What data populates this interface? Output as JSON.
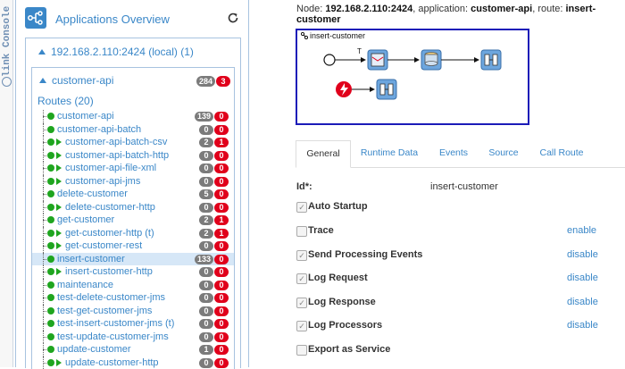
{
  "sidebar_tab": {
    "label": "hawtio Console",
    "visible_text": "link Console"
  },
  "panel": {
    "title": "Applications Overview"
  },
  "node": {
    "title": "192.168.2.110:2424 (local) (1)"
  },
  "app": {
    "title": "customer-api",
    "count": "284",
    "errors": "3"
  },
  "routes": {
    "title": "Routes (20)",
    "items": [
      {
        "label": "customer-api",
        "count": "139",
        "errors": "0",
        "play": false
      },
      {
        "label": "customer-api-batch",
        "count": "0",
        "errors": "0",
        "play": false
      },
      {
        "label": "customer-api-batch-csv",
        "count": "2",
        "errors": "1",
        "play": true
      },
      {
        "label": "customer-api-batch-http",
        "count": "0",
        "errors": "0",
        "play": true
      },
      {
        "label": "customer-api-file-xml",
        "count": "0",
        "errors": "0",
        "play": true
      },
      {
        "label": "customer-api-jms",
        "count": "0",
        "errors": "0",
        "play": true
      },
      {
        "label": "delete-customer",
        "count": "5",
        "errors": "0",
        "play": false
      },
      {
        "label": "delete-customer-http",
        "count": "0",
        "errors": "0",
        "play": true
      },
      {
        "label": "get-customer",
        "count": "2",
        "errors": "1",
        "play": false
      },
      {
        "label": "get-customer-http (t)",
        "count": "2",
        "errors": "1",
        "play": true
      },
      {
        "label": "get-customer-rest",
        "count": "0",
        "errors": "0",
        "play": true
      },
      {
        "label": "insert-customer",
        "count": "133",
        "errors": "0",
        "play": false,
        "selected": true
      },
      {
        "label": "insert-customer-http",
        "count": "0",
        "errors": "0",
        "play": true
      },
      {
        "label": "maintenance",
        "count": "0",
        "errors": "0",
        "play": false
      },
      {
        "label": "test-delete-customer-jms",
        "count": "0",
        "errors": "0",
        "play": false
      },
      {
        "label": "test-get-customer-jms",
        "count": "0",
        "errors": "0",
        "play": false
      },
      {
        "label": "test-insert-customer-jms (t)",
        "count": "0",
        "errors": "0",
        "play": false
      },
      {
        "label": "test-update-customer-jms",
        "count": "0",
        "errors": "0",
        "play": false
      },
      {
        "label": "update-customer",
        "count": "1",
        "errors": "0",
        "play": false
      },
      {
        "label": "update-customer-http",
        "count": "0",
        "errors": "0",
        "play": true
      }
    ]
  },
  "header": {
    "node_label": "Node: ",
    "node_value": "192.168.2.110:2424",
    "app_label": ", application: ",
    "app_value": "customer-api",
    "route_label": ", route: ",
    "route_value": "insert-customer"
  },
  "diagram": {
    "label": "insert-customer",
    "transacted_mark": "T"
  },
  "tabs": [
    "General",
    "Runtime Data",
    "Events",
    "Source",
    "Call Route"
  ],
  "details": {
    "id_label": "Id*:",
    "id_value": "insert-customer",
    "options": [
      {
        "label": "Auto Startup",
        "checked": true,
        "link": ""
      },
      {
        "label": "Trace",
        "checked": false,
        "link": "enable"
      },
      {
        "label": "Send Processing Events",
        "checked": true,
        "link": "disable"
      },
      {
        "label": "Log Request",
        "checked": true,
        "link": "disable"
      },
      {
        "label": "Log Response",
        "checked": true,
        "link": "disable"
      },
      {
        "label": "Log Processors",
        "checked": true,
        "link": "disable"
      },
      {
        "label": "Export as Service",
        "checked": false,
        "link": ""
      }
    ]
  },
  "colors": {
    "accent": "#3a87c8",
    "ok": "#1fa51f",
    "error": "#e0001b",
    "count": "#7b7b7b",
    "selected": "#d6e7f7",
    "diagram_border": "#1c1cb8"
  }
}
